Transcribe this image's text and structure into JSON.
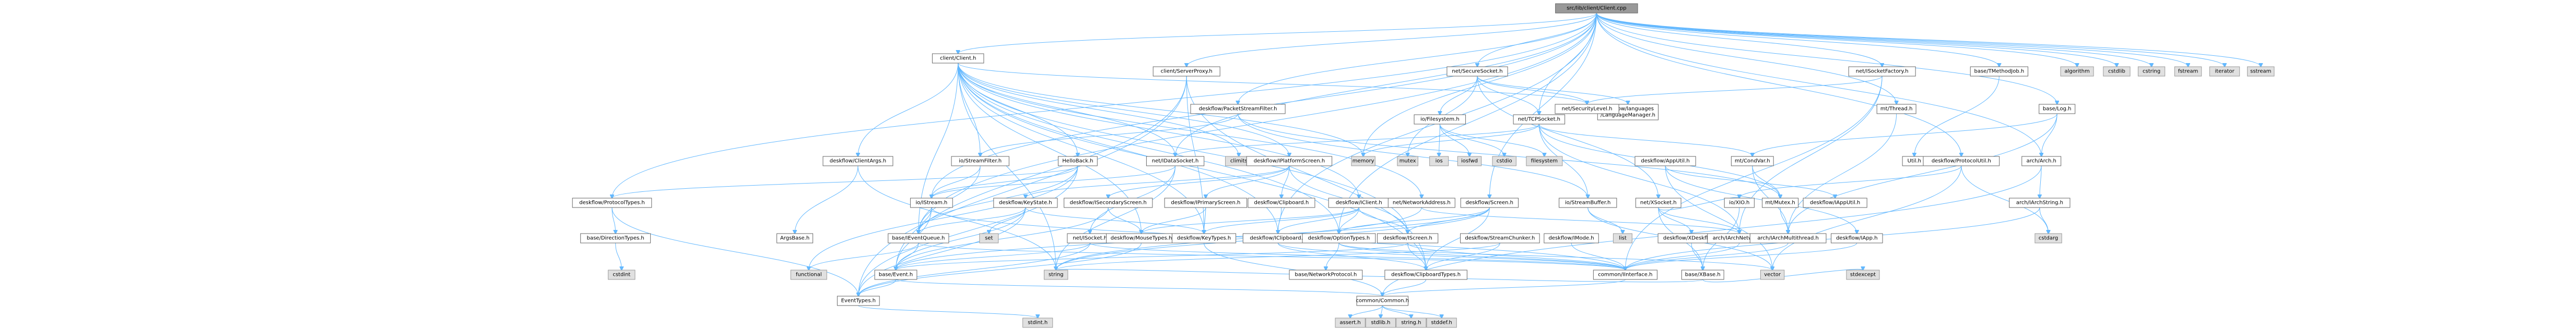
{
  "nodes": [
    {
      "id": "root",
      "label": "src/lib/client/Client.cpp",
      "kind": "root"
    },
    {
      "id": "client_client",
      "label": "client/Client.h",
      "kind": "file"
    },
    {
      "id": "client_serverproxy",
      "label": "client/ServerProxy.h",
      "kind": "file"
    },
    {
      "id": "net_securesocket",
      "label": "net/SecureSocket.h",
      "kind": "file"
    },
    {
      "id": "net_socketfactory",
      "label": "net/ISocketFactory.h",
      "kind": "file"
    },
    {
      "id": "base_tmethodjob",
      "label": "base/TMethodJob.h",
      "kind": "file"
    },
    {
      "id": "algorithm",
      "label": "algorithm",
      "kind": "sys"
    },
    {
      "id": "cstdlib",
      "label": "cstdlib",
      "kind": "sys"
    },
    {
      "id": "cstring",
      "label": "cstring",
      "kind": "sys"
    },
    {
      "id": "fstream",
      "label": "fstream",
      "kind": "sys"
    },
    {
      "id": "iterator",
      "label": "iterator",
      "kind": "sys"
    },
    {
      "id": "sstream",
      "label": "sstream",
      "kind": "sys"
    },
    {
      "id": "deskflow_packetstreamfilter",
      "label": "deskflow/PacketStreamFilter.h",
      "kind": "file"
    },
    {
      "id": "deskflow_languages",
      "label": "deskflow/languages\n/LanguageManager.h",
      "kind": "file"
    },
    {
      "id": "net_securitylevel",
      "label": "net/SecurityLevel.h",
      "kind": "file"
    },
    {
      "id": "mt_thread",
      "label": "mt/Thread.h",
      "kind": "file"
    },
    {
      "id": "base_log",
      "label": "base/Log.h",
      "kind": "file"
    },
    {
      "id": "io_filesystem",
      "label": "io/Filesystem.h",
      "kind": "file"
    },
    {
      "id": "net_tcpsocket",
      "label": "net/TCPSocket.h",
      "kind": "file"
    },
    {
      "id": "deskflow_clientargs",
      "label": "deskflow/ClientArgs.h",
      "kind": "file"
    },
    {
      "id": "io_streamfilter",
      "label": "io/StreamFilter.h",
      "kind": "file"
    },
    {
      "id": "hellloback",
      "label": "HelloBack.h",
      "kind": "file"
    },
    {
      "id": "net_idatasocket",
      "label": "net/IDataSocket.h",
      "kind": "file"
    },
    {
      "id": "cllimits",
      "label": "climits",
      "kind": "sys"
    },
    {
      "id": "deskflow_iplatformscreen",
      "label": "deskflow/IPlatformScreen.h",
      "kind": "file"
    },
    {
      "id": "memory",
      "label": "memory",
      "kind": "sys"
    },
    {
      "id": "mutex",
      "label": "mutex",
      "kind": "sys"
    },
    {
      "id": "ios",
      "label": "ios",
      "kind": "sys"
    },
    {
      "id": "iosfwd",
      "label": "iosfwd",
      "kind": "sys"
    },
    {
      "id": "cstdio",
      "label": "cstdio",
      "kind": "sys"
    },
    {
      "id": "filesystem",
      "label": "filesystem",
      "kind": "sys"
    },
    {
      "id": "deskflow_apputil",
      "label": "deskflow/AppUtil.h",
      "kind": "file"
    },
    {
      "id": "mt_condvar",
      "label": "mt/CondVar.h",
      "kind": "file"
    },
    {
      "id": "utilh",
      "label": "Util.h",
      "kind": "file"
    },
    {
      "id": "deskflow_protocolutil",
      "label": "deskflow/ProtocolUtil.h",
      "kind": "file"
    },
    {
      "id": "arch_arch",
      "label": "arch/Arch.h",
      "kind": "file"
    },
    {
      "id": "deskflow_protocoltypes",
      "label": "deskflow/ProtocolTypes.h",
      "kind": "file"
    },
    {
      "id": "io_istream",
      "label": "io/IStream.h",
      "kind": "file"
    },
    {
      "id": "deskflow_keystate",
      "label": "deskflow/KeyState.h",
      "kind": "file"
    },
    {
      "id": "deskflow_isecondaryscreen",
      "label": "deskflow/ISecondaryScreen.h",
      "kind": "file"
    },
    {
      "id": "deskflow_iprimaryscreen",
      "label": "deskflow/IPrimaryScreen.h",
      "kind": "file"
    },
    {
      "id": "deskflow_iclipboard_upper",
      "label": "deskflow/Clipboard.h",
      "kind": "file"
    },
    {
      "id": "deskflow_iclient",
      "label": "deskflow/IClient.h",
      "kind": "file"
    },
    {
      "id": "net_networkaddress",
      "label": "net/NetworkAddress.h",
      "kind": "file"
    },
    {
      "id": "deskflow_screen",
      "label": "deskflow/Screen.h",
      "kind": "file"
    },
    {
      "id": "io_streambuffer",
      "label": "io/StreamBuffer.h",
      "kind": "file"
    },
    {
      "id": "net_xsocket",
      "label": "net/XSocket.h",
      "kind": "file"
    },
    {
      "id": "io_xio",
      "label": "io/XIO.h",
      "kind": "file"
    },
    {
      "id": "mt_mutex",
      "label": "mt/Mutex.h",
      "kind": "file"
    },
    {
      "id": "deskflow_iapp",
      "label": "deskflow/IAppUtil.h",
      "kind": "file"
    },
    {
      "id": "arch_iarchstring",
      "label": "arch/IArchString.h",
      "kind": "file"
    },
    {
      "id": "base_directiontypes",
      "label": "base/DirectionTypes.h",
      "kind": "file"
    },
    {
      "id": "argsbase",
      "label": "ArgsBase.h",
      "kind": "file"
    },
    {
      "id": "base_ieventqueue",
      "label": "base/IEventQueue.h",
      "kind": "file"
    },
    {
      "id": "set",
      "label": "set",
      "kind": "sys"
    },
    {
      "id": "net_isocket",
      "label": "net/ISocket.h",
      "kind": "file"
    },
    {
      "id": "deskflow_mousetypes",
      "label": "deskflow/MouseTypes.h",
      "kind": "file"
    },
    {
      "id": "deskflow_keytypes",
      "label": "deskflow/KeyTypes.h",
      "kind": "file"
    },
    {
      "id": "deskflow_clipboard",
      "label": "deskflow/IClipboard.h",
      "kind": "file"
    },
    {
      "id": "deskflow_optiontypes",
      "label": "deskflow/OptionTypes.h",
      "kind": "file"
    },
    {
      "id": "deskflow_iscreen",
      "label": "deskflow/IScreen.h",
      "kind": "file"
    },
    {
      "id": "deskflow_streamchunker",
      "label": "deskflow/StreamChunker.h",
      "kind": "file"
    },
    {
      "id": "deskflow_imode",
      "label": "deskflow/IMode.h",
      "kind": "file"
    },
    {
      "id": "list",
      "label": "list",
      "kind": "sys"
    },
    {
      "id": "deskflow_xdeskflow",
      "label": "deskflow/XDeskflow.h",
      "kind": "file"
    },
    {
      "id": "arch_iarchnetwork",
      "label": "arch/IArchNetwork.h",
      "kind": "file"
    },
    {
      "id": "arch_iarchmultithread",
      "label": "arch/IArchMultithread.h",
      "kind": "file"
    },
    {
      "id": "deskflow_iapph",
      "label": "deskflow/IApp.h",
      "kind": "file"
    },
    {
      "id": "cstdarg",
      "label": "cstdarg",
      "kind": "sys"
    },
    {
      "id": "functional",
      "label": "functional",
      "kind": "sys"
    },
    {
      "id": "cstdint",
      "label": "cstdint",
      "kind": "sys"
    },
    {
      "id": "base_event",
      "label": "base/Event.h",
      "kind": "file"
    },
    {
      "id": "string",
      "label": "string",
      "kind": "sys"
    },
    {
      "id": "base_xbase",
      "label": "base/XBase.h",
      "kind": "file"
    },
    {
      "id": "base_networkprotocol",
      "label": "base/NetworkProtocol.h",
      "kind": "file"
    },
    {
      "id": "deskflow_clipboardtypes",
      "label": "deskflow/ClipboardTypes.h",
      "kind": "file"
    },
    {
      "id": "common_iinterface",
      "label": "common/IInterface.h",
      "kind": "file"
    },
    {
      "id": "vector",
      "label": "vector",
      "kind": "sys"
    },
    {
      "id": "stdexcept",
      "label": "stdexcept",
      "kind": "sys"
    },
    {
      "id": "eventtypes",
      "label": "EventTypes.h",
      "kind": "file"
    },
    {
      "id": "common_common",
      "label": "common/Common.h",
      "kind": "file"
    },
    {
      "id": "stdint",
      "label": "stdint.h",
      "kind": "sys"
    },
    {
      "id": "assert",
      "label": "assert.h",
      "kind": "sys"
    },
    {
      "id": "stdlib",
      "label": "stdlib.h",
      "kind": "sys"
    },
    {
      "id": "stringh",
      "label": "string.h",
      "kind": "sys"
    },
    {
      "id": "stddef",
      "label": "stddef.h",
      "kind": "sys"
    }
  ],
  "edges": [
    [
      "root",
      "client_client"
    ],
    [
      "root",
      "client_serverproxy"
    ],
    [
      "root",
      "net_securesocket"
    ],
    [
      "root",
      "net_socketfactory"
    ],
    [
      "root",
      "base_tmethodjob"
    ],
    [
      "root",
      "algorithm"
    ],
    [
      "root",
      "cstdlib"
    ],
    [
      "root",
      "cstring"
    ],
    [
      "root",
      "fstream"
    ],
    [
      "root",
      "iterator"
    ],
    [
      "root",
      "sstream"
    ],
    [
      "root",
      "base_log"
    ],
    [
      "root",
      "arch_arch"
    ],
    [
      "root",
      "deskflow_protocolutil"
    ],
    [
      "root",
      "deskflow_protocoltypes"
    ],
    [
      "root",
      "memory"
    ],
    [
      "root",
      "deskflow_packetstreamfilter"
    ],
    [
      "root",
      "net_tcpsocket"
    ],
    [
      "root",
      "deskflow_screen"
    ],
    [
      "root",
      "deskflow_clipboard"
    ],
    [
      "root",
      "base_ieventqueue"
    ],
    [
      "root",
      "io_istream"
    ],
    [
      "root",
      "net_idatasocket"
    ],
    [
      "root",
      "deskflow_optiontypes"
    ],
    [
      "root",
      "mt_thread"
    ],
    [
      "client_client",
      "deskflow_clientargs"
    ],
    [
      "client_client",
      "io_streamfilter"
    ],
    [
      "client_client",
      "hellloback"
    ],
    [
      "client_client",
      "net_idatasocket"
    ],
    [
      "client_client",
      "cllimits"
    ],
    [
      "client_client",
      "deskflow_iplatformscreen"
    ],
    [
      "client_client",
      "memory"
    ],
    [
      "client_client",
      "deskflow_iclient"
    ],
    [
      "client_client",
      "net_networkaddress"
    ],
    [
      "client_client",
      "deskflow_clipboard"
    ],
    [
      "client_client",
      "base_ieventqueue"
    ],
    [
      "client_client",
      "deskflow_clipboardtypes"
    ],
    [
      "client_client",
      "deskflow_keytypes"
    ],
    [
      "client_client",
      "deskflow_mousetypes"
    ],
    [
      "client_client",
      "deskflow_optiontypes"
    ],
    [
      "client_client",
      "net_securitylevel"
    ],
    [
      "client_client",
      "deskflow_iscreen"
    ],
    [
      "client_client",
      "string"
    ],
    [
      "client_serverproxy",
      "deskflow_clipboardtypes"
    ],
    [
      "client_serverproxy",
      "deskflow_keytypes"
    ],
    [
      "client_serverproxy",
      "base_event"
    ],
    [
      "client_serverproxy",
      "eventtypes"
    ],
    [
      "net_securesocket",
      "net_tcpsocket"
    ],
    [
      "net_securesocket",
      "net_securitylevel"
    ],
    [
      "net_securesocket",
      "io_filesystem"
    ],
    [
      "net_securesocket",
      "mutex"
    ],
    [
      "net_securesocket",
      "deskflow_languages"
    ],
    [
      "net_securesocket",
      "net_xsocket"
    ],
    [
      "net_socketfactory",
      "net_securitylevel"
    ],
    [
      "net_socketfactory",
      "common_iinterface"
    ],
    [
      "net_socketfactory",
      "arch_iarchnetwork"
    ],
    [
      "base_tmethodjob",
      "utilh"
    ],
    [
      "deskflow_packetstreamfilter",
      "io_streambuffer"
    ],
    [
      "deskflow_packetstreamfilter",
      "io_streamfilter"
    ],
    [
      "deskflow_packetstreamfilter",
      "mt_mutex"
    ],
    [
      "mt_thread",
      "arch_iarchmultithread"
    ],
    [
      "base_log",
      "arch_arch"
    ],
    [
      "base_log",
      "mt_condvar"
    ],
    [
      "base_log",
      "arch_iarchmultithread"
    ],
    [
      "base_log",
      "stdarg"
    ],
    [
      "io_filesystem",
      "ios"
    ],
    [
      "io_filesystem",
      "iosfwd"
    ],
    [
      "io_filesystem",
      "cstdio"
    ],
    [
      "io_filesystem",
      "filesystem"
    ],
    [
      "net_tcpsocket",
      "net_idatasocket"
    ],
    [
      "net_tcpsocket",
      "io_streambuffer"
    ],
    [
      "net_tcpsocket",
      "mt_condvar"
    ],
    [
      "net_tcpsocket",
      "mt_mutex"
    ],
    [
      "net_tcpsocket",
      "arch_iarchnetwork"
    ],
    [
      "net_tcpsocket",
      "memory"
    ],
    [
      "deskflow_clientargs",
      "argsbase"
    ],
    [
      "deskflow_clientargs",
      "string"
    ],
    [
      "io_streamfilter",
      "io_istream"
    ],
    [
      "io_streamfilter",
      "base_ieventqueue"
    ],
    [
      "hellloback",
      "deskflow_protocoltypes"
    ],
    [
      "hellloback",
      "io_istream"
    ],
    [
      "hellloback",
      "base_ieventqueue"
    ],
    [
      "hellloback",
      "functional"
    ],
    [
      "hellloback",
      "eventtypes"
    ],
    [
      "net_idatasocket",
      "net_isocket"
    ],
    [
      "net_idatasocket",
      "io_istream"
    ],
    [
      "net_idatasocket",
      "string"
    ],
    [
      "deskflow_iplatformscreen",
      "deskflow_isecondaryscreen"
    ],
    [
      "deskflow_iplatformscreen",
      "deskflow_iprimaryscreen"
    ],
    [
      "deskflow_iplatformscreen",
      "deskflow_iclipboard_upper"
    ],
    [
      "deskflow_iplatformscreen",
      "deskflow_keystate"
    ],
    [
      "deskflow_iplatformscreen",
      "deskflow_iscreen"
    ],
    [
      "deskflow_apputil",
      "deskflow_iapp"
    ],
    [
      "deskflow_apputil",
      "deskflow_iapph"
    ],
    [
      "deskflow_apputil",
      "vector"
    ],
    [
      "mt_condvar",
      "mt_mutex"
    ],
    [
      "mt_condvar",
      "arch_iarchmultithread"
    ],
    [
      "deskflow_protocolutil",
      "io_xio"
    ],
    [
      "deskflow_protocolutil",
      "cstdarg"
    ],
    [
      "deskflow_protocolutil",
      "vector"
    ],
    [
      "arch_arch",
      "arch_iarchstring"
    ],
    [
      "arch_arch",
      "common_common"
    ],
    [
      "deskflow_protocoltypes",
      "base_directiontypes"
    ],
    [
      "deskflow_protocoltypes",
      "eventtypes"
    ],
    [
      "io_istream",
      "base_ieventqueue"
    ],
    [
      "io_istream",
      "base_event"
    ],
    [
      "io_istream",
      "common_iinterface"
    ],
    [
      "deskflow_keystate",
      "set"
    ],
    [
      "deskflow_keystate",
      "deskflow_keytypes"
    ],
    [
      "deskflow_keystate",
      "base_event"
    ],
    [
      "deskflow_keystate",
      "eventtypes"
    ],
    [
      "deskflow_keystate",
      "base_ieventqueue"
    ],
    [
      "deskflow_isecondaryscreen",
      "deskflow_mousetypes"
    ],
    [
      "deskflow_isecondaryscreen",
      "base_event"
    ],
    [
      "deskflow_iprimaryscreen",
      "deskflow_keytypes"
    ],
    [
      "deskflow_iprimaryscreen",
      "deskflow_mousetypes"
    ],
    [
      "deskflow_iclipboard_upper",
      "deskflow_clipboard"
    ],
    [
      "deskflow_iclient",
      "deskflow_clipboard"
    ],
    [
      "deskflow_iclient",
      "deskflow_optiontypes"
    ],
    [
      "deskflow_iclient",
      "deskflow_mousetypes"
    ],
    [
      "deskflow_iclient",
      "deskflow_keytypes"
    ],
    [
      "deskflow_iclient",
      "deskflow_iscreen"
    ],
    [
      "net_networkaddress",
      "string"
    ],
    [
      "net_networkaddress",
      "arch_iarchnetwork"
    ],
    [
      "deskflow_screen",
      "deskflow_iscreen"
    ],
    [
      "deskflow_screen",
      "deskflow_clipboardtypes"
    ],
    [
      "deskflow_screen",
      "deskflow_optiontypes"
    ],
    [
      "deskflow_screen",
      "base_event"
    ],
    [
      "deskflow_screen",
      "string"
    ],
    [
      "io_streambuffer",
      "list"
    ],
    [
      "io_streambuffer",
      "vector"
    ],
    [
      "net_xsocket",
      "base_xbase"
    ],
    [
      "net_xsocket",
      "arch_iarchnetwork"
    ],
    [
      "net_xsocket",
      "io_xio"
    ],
    [
      "net_xsocket",
      "deskflow_xdeskflow"
    ],
    [
      "io_xio",
      "base_xbase"
    ],
    [
      "mt_mutex",
      "arch_iarchmultithread"
    ],
    [
      "deskflow_iapph",
      "common_iinterface"
    ],
    [
      "arch_iarchstring",
      "cstdarg"
    ],
    [
      "arch_iarchstring",
      "common_iinterface"
    ],
    [
      "base_directiontypes",
      "cstdint"
    ],
    [
      "base_ieventqueue",
      "base_event"
    ],
    [
      "base_ieventqueue",
      "common_iinterface"
    ],
    [
      "base_ieventqueue",
      "functional"
    ],
    [
      "net_isocket",
      "base_event"
    ],
    [
      "net_isocket",
      "common_iinterface"
    ],
    [
      "net_isocket",
      "eventtypes"
    ],
    [
      "deskflow_mousetypes",
      "eventtypes"
    ],
    [
      "deskflow_keytypes",
      "common_common"
    ],
    [
      "deskflow_clipboard",
      "deskflow_clipboardtypes"
    ],
    [
      "deskflow_clipboard",
      "common_iinterface"
    ],
    [
      "deskflow_optiontypes",
      "base_networkprotocol"
    ],
    [
      "deskflow_optiontypes",
      "common_iinterface"
    ],
    [
      "deskflow_optiontypes",
      "vector"
    ],
    [
      "deskflow_iscreen",
      "deskflow_clipboardtypes"
    ],
    [
      "deskflow_iscreen",
      "common_iinterface"
    ],
    [
      "deskflow_iscreen",
      "base_event"
    ],
    [
      "deskflow_streamchunker",
      "string"
    ],
    [
      "deskflow_streamchunker",
      "deskflow_clipboardtypes"
    ],
    [
      "deskflow_imode",
      "common_iinterface"
    ],
    [
      "deskflow_xdeskflow",
      "base_xbase"
    ],
    [
      "arch_iarchnetwork",
      "common_iinterface"
    ],
    [
      "arch_iarchmultithread",
      "common_iinterface"
    ],
    [
      "base_event",
      "common_common"
    ],
    [
      "base_event",
      "eventtypes"
    ],
    [
      "base_xbase",
      "stdexcept"
    ],
    [
      "base_xbase",
      "string"
    ],
    [
      "deskflow_clipboardtypes",
      "common_common"
    ],
    [
      "common_iinterface",
      "common_common"
    ],
    [
      "eventtypes",
      "stdint"
    ],
    [
      "common_common",
      "assert"
    ],
    [
      "common_common",
      "stdlib"
    ],
    [
      "common_common",
      "stringh"
    ],
    [
      "common_common",
      "stddef"
    ]
  ]
}
